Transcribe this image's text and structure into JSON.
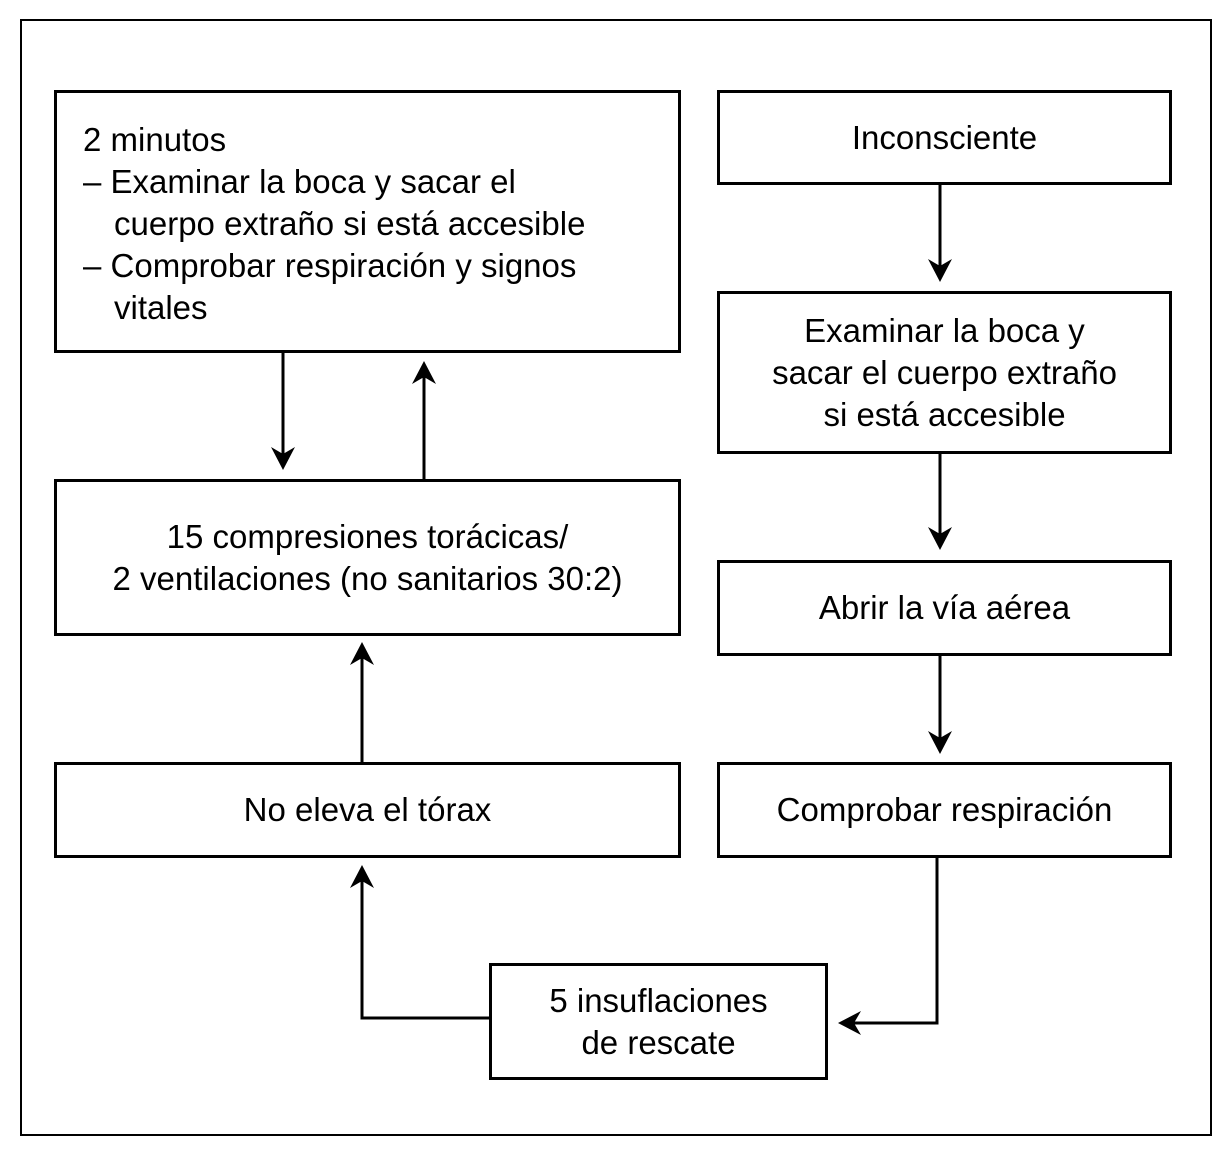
{
  "diagram": {
    "boxes": {
      "inconsciente": [
        "Inconsciente"
      ],
      "examinar": [
        "Examinar la boca y",
        "sacar el cuerpo extraño",
        "si está accesible"
      ],
      "abrir": [
        "Abrir la vía aérea"
      ],
      "comprobar": [
        "Comprobar respiración"
      ],
      "insuflaciones": [
        "5 insuflaciones",
        "de rescate"
      ],
      "no_eleva": [
        "No eleva el tórax"
      ],
      "compresiones": [
        "15 compresiones torácicas/",
        "2 ventilaciones (no sanitarios 30:2)"
      ],
      "dos_minutos": {
        "title": "2 minutos",
        "item1": [
          "– Examinar la boca y sacar el",
          "cuerpo extraño si está accesible"
        ],
        "item2": [
          "– Comprobar respiración y signos",
          "vitales"
        ]
      }
    }
  }
}
